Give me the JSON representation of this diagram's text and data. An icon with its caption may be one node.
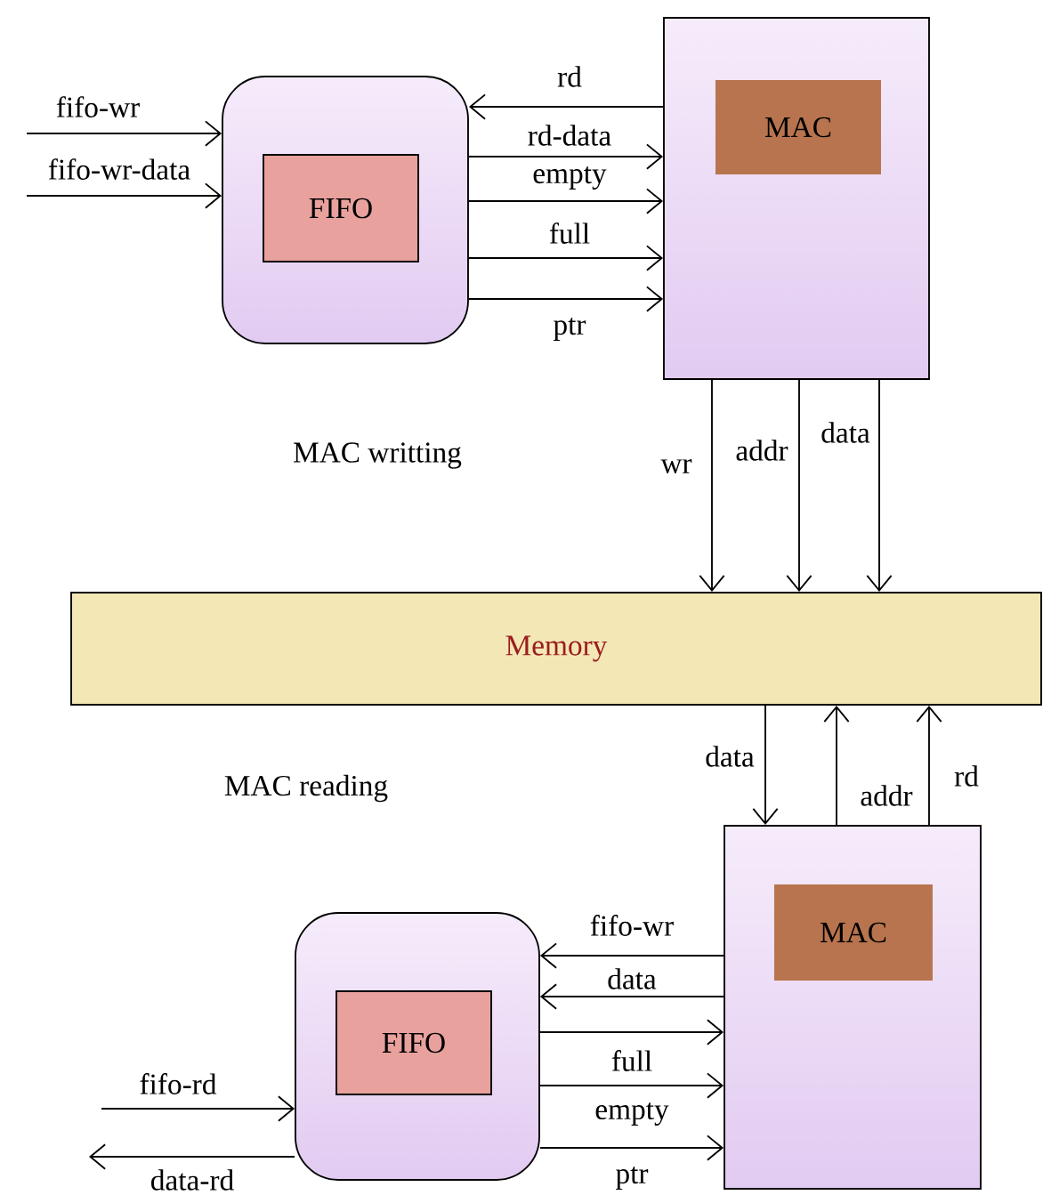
{
  "diagram": {
    "nodes": [
      {
        "text": [],
        "shape": "box"
      },
      {
        "text": [
          "FIFO"
        ],
        "in": 0
      },
      {
        "text": [],
        "shape": "box"
      },
      {
        "text": [
          "MAC"
        ],
        "in": 2
      },
      {
        "text": [
          "Memory"
        ]
      },
      {
        "text": [],
        "shape": "box"
      },
      {
        "text": [
          "MAC"
        ],
        "in": 5
      },
      {
        "text": [],
        "shape": "box"
      },
      {
        "text": [
          "FIFO"
        ],
        "in": 7
      }
    ],
    "edges": [
      {
        "from": null,
        "to": 0,
        "arrow": "to",
        "label": "fifo-wr"
      },
      {
        "from": null,
        "to": 0,
        "arrow": "to",
        "label": "fifo-wr-data"
      },
      {
        "from": 2,
        "to": 0,
        "arrow": "to",
        "label": "rd"
      },
      {
        "from": 0,
        "to": 2,
        "arrow": "to",
        "label": "rd-data"
      },
      {
        "from": 0,
        "to": 2,
        "arrow": "to",
        "label": "empty"
      },
      {
        "from": 0,
        "to": 2,
        "arrow": "to",
        "label": "full"
      },
      {
        "from": 0,
        "to": 2,
        "arrow": "to",
        "label": "ptr"
      },
      {
        "from": 2,
        "to": 4,
        "arrow": "to",
        "label": "wr"
      },
      {
        "from": 2,
        "to": 4,
        "arrow": "to",
        "label": "addr"
      },
      {
        "from": 2,
        "to": 4,
        "arrow": "to",
        "label": "data"
      },
      {
        "from": 4,
        "to": 5,
        "arrow": "to",
        "label": "data"
      },
      {
        "from": 5,
        "to": 4,
        "arrow": "to",
        "label": "addr"
      },
      {
        "from": 5,
        "to": 4,
        "arrow": "to",
        "label": "rd"
      },
      {
        "from": 5,
        "to": 7,
        "arrow": "to",
        "label": "fifo-wr"
      },
      {
        "from": 5,
        "to": 7,
        "arrow": "to",
        "label": "data"
      },
      {
        "from": 7,
        "to": 5,
        "arrow": "to",
        "label": "full"
      },
      {
        "from": 7,
        "to": 5,
        "arrow": "to",
        "label": "empty"
      },
      {
        "from": 7,
        "to": 5,
        "arrow": "to",
        "label": "ptr"
      },
      {
        "from": null,
        "to": 7,
        "arrow": "to",
        "label": "fifo-rd"
      },
      {
        "from": 7,
        "to": null,
        "arrow": "to",
        "label": "data-rd"
      }
    ],
    "labels": [
      "MAC writting",
      "MAC reading"
    ]
  }
}
